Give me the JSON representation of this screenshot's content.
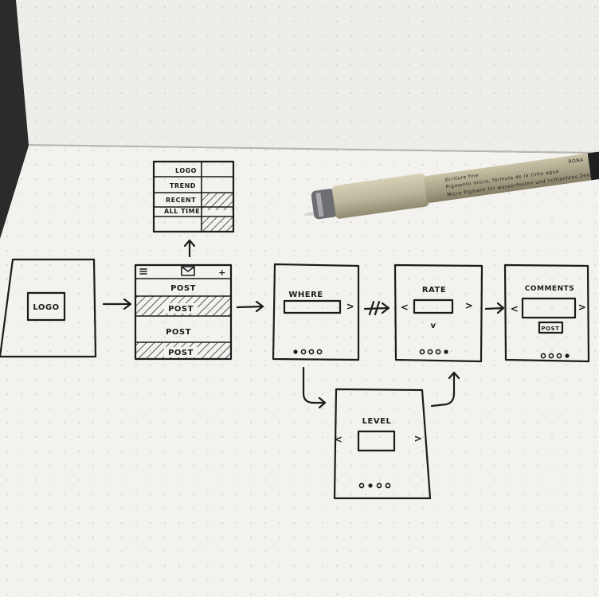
{
  "splash": {
    "logo_label": "LOGO"
  },
  "feed": {
    "posts": [
      "POST",
      "POST",
      "POST",
      "POST"
    ],
    "add_symbol": "+"
  },
  "menu": {
    "items": [
      "LOGO",
      "TREND",
      "RECENT",
      "ALL TIME"
    ]
  },
  "where_screen": {
    "label": "WHERE"
  },
  "rate_screen": {
    "label": "RATE",
    "chevron_down": "v"
  },
  "comments_screen": {
    "label": "COMMENTS",
    "post_button": "POST"
  },
  "level_screen": {
    "label": "LEVEL"
  },
  "nav": {
    "prev": "<",
    "next": ">"
  },
  "pen": {
    "brand_fragment": "RONA",
    "text_lines": [
      "écriture fine",
      "Pigmento micro, fórmula de la tinta agua",
      "Micro Pigment für wasserfesten und lichtechtes Zeichnen"
    ]
  },
  "colors": {
    "paper": "#f3f2ee",
    "dot": "#c9c8c3",
    "ink": "#1b1b1b",
    "pen_body": "#aaa58a",
    "pen_cap": "#bdb89d",
    "background": "#2b2b2b"
  }
}
